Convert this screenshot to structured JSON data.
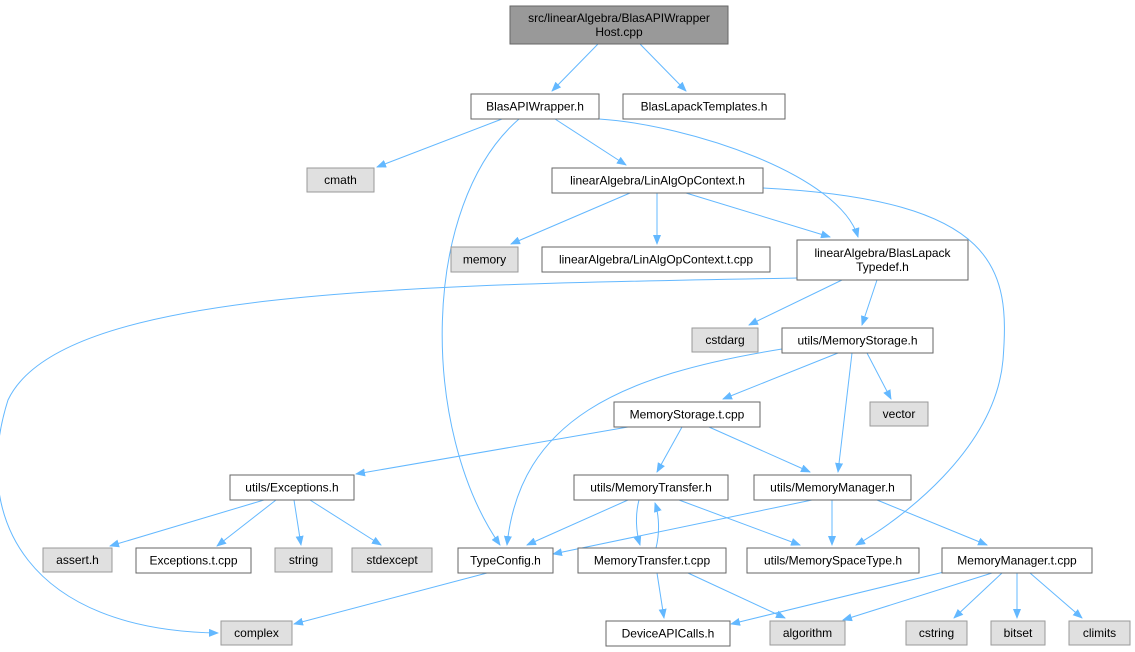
{
  "colors": {
    "edge": "#63b8ff",
    "root_fill": "#999999",
    "file_fill": "#ffffff",
    "external_fill": "#e0e0e0",
    "file_border": "#666666",
    "external_border": "#999999",
    "text": "#000000"
  },
  "nodes": [
    {
      "id": "root",
      "kind": "root",
      "lines": [
        "src/linearAlgebra/BlasAPIWrapper",
        "Host.cpp"
      ]
    },
    {
      "id": "blasapiwrapper_h",
      "kind": "file",
      "lines": [
        "BlasAPIWrapper.h"
      ]
    },
    {
      "id": "blaslapacktemplates_h",
      "kind": "file",
      "lines": [
        "BlasLapackTemplates.h"
      ]
    },
    {
      "id": "cmath",
      "kind": "external",
      "lines": [
        "cmath"
      ]
    },
    {
      "id": "linalgopcontext_h",
      "kind": "file",
      "lines": [
        "linearAlgebra/LinAlgOpContext.h"
      ]
    },
    {
      "id": "memory",
      "kind": "external",
      "lines": [
        "memory"
      ]
    },
    {
      "id": "linalgopcontext_t_cpp",
      "kind": "file",
      "lines": [
        "linearAlgebra/LinAlgOpContext.t.cpp"
      ]
    },
    {
      "id": "blaslapacktypedef_h",
      "kind": "file",
      "lines": [
        "linearAlgebra/BlasLapack",
        "Typedef.h"
      ]
    },
    {
      "id": "cstdarg",
      "kind": "external",
      "lines": [
        "cstdarg"
      ]
    },
    {
      "id": "memorystorage_h",
      "kind": "file",
      "lines": [
        "utils/MemoryStorage.h"
      ]
    },
    {
      "id": "memorystorage_t_cpp",
      "kind": "file",
      "lines": [
        "MemoryStorage.t.cpp"
      ]
    },
    {
      "id": "vector",
      "kind": "external",
      "lines": [
        "vector"
      ]
    },
    {
      "id": "exceptions_h",
      "kind": "file",
      "lines": [
        "utils/Exceptions.h"
      ]
    },
    {
      "id": "memorytransfer_h",
      "kind": "file",
      "lines": [
        "utils/MemoryTransfer.h"
      ]
    },
    {
      "id": "memorymanager_h",
      "kind": "file",
      "lines": [
        "utils/MemoryManager.h"
      ]
    },
    {
      "id": "assert_h",
      "kind": "external",
      "lines": [
        "assert.h"
      ]
    },
    {
      "id": "exceptions_t_cpp",
      "kind": "file",
      "lines": [
        "Exceptions.t.cpp"
      ]
    },
    {
      "id": "string",
      "kind": "external",
      "lines": [
        "string"
      ]
    },
    {
      "id": "stdexcept",
      "kind": "external",
      "lines": [
        "stdexcept"
      ]
    },
    {
      "id": "typeconfig_h",
      "kind": "file",
      "lines": [
        "TypeConfig.h"
      ]
    },
    {
      "id": "memorytransfer_t_cpp",
      "kind": "file",
      "lines": [
        "MemoryTransfer.t.cpp"
      ]
    },
    {
      "id": "memoryspacetype_h",
      "kind": "file",
      "lines": [
        "utils/MemorySpaceType.h"
      ]
    },
    {
      "id": "memorymanager_t_cpp",
      "kind": "file",
      "lines": [
        "MemoryManager.t.cpp"
      ]
    },
    {
      "id": "complex",
      "kind": "external",
      "lines": [
        "complex"
      ]
    },
    {
      "id": "deviceapicalls_h",
      "kind": "file",
      "lines": [
        "DeviceAPICalls.h"
      ]
    },
    {
      "id": "algorithm",
      "kind": "external",
      "lines": [
        "algorithm"
      ]
    },
    {
      "id": "cstring",
      "kind": "external",
      "lines": [
        "cstring"
      ]
    },
    {
      "id": "bitset",
      "kind": "external",
      "lines": [
        "bitset"
      ]
    },
    {
      "id": "climits",
      "kind": "external",
      "lines": [
        "climits"
      ]
    }
  ],
  "edges": [
    [
      "root",
      "blasapiwrapper_h"
    ],
    [
      "root",
      "blaslapacktemplates_h"
    ],
    [
      "blasapiwrapper_h",
      "cmath"
    ],
    [
      "blasapiwrapper_h",
      "linalgopcontext_h"
    ],
    [
      "blasapiwrapper_h",
      "typeconfig_h"
    ],
    [
      "blasapiwrapper_h",
      "blaslapacktypedef_h"
    ],
    [
      "linalgopcontext_h",
      "memory"
    ],
    [
      "linalgopcontext_h",
      "linalgopcontext_t_cpp"
    ],
    [
      "linalgopcontext_h",
      "blaslapacktypedef_h"
    ],
    [
      "linalgopcontext_h",
      "memoryspacetype_h"
    ],
    [
      "blaslapacktypedef_h",
      "cstdarg"
    ],
    [
      "blaslapacktypedef_h",
      "memorystorage_h"
    ],
    [
      "blaslapacktypedef_h",
      "complex"
    ],
    [
      "memorystorage_h",
      "memorystorage_t_cpp"
    ],
    [
      "memorystorage_h",
      "vector"
    ],
    [
      "memorystorage_h",
      "memorymanager_h"
    ],
    [
      "memorystorage_h",
      "typeconfig_h"
    ],
    [
      "memorystorage_t_cpp",
      "exceptions_h"
    ],
    [
      "memorystorage_t_cpp",
      "memorytransfer_h"
    ],
    [
      "memorystorage_t_cpp",
      "memorymanager_h"
    ],
    [
      "exceptions_h",
      "assert_h"
    ],
    [
      "exceptions_h",
      "exceptions_t_cpp"
    ],
    [
      "exceptions_h",
      "string"
    ],
    [
      "exceptions_h",
      "stdexcept"
    ],
    [
      "memorytransfer_h",
      "typeconfig_h"
    ],
    [
      "memorytransfer_h",
      "memorytransfer_t_cpp"
    ],
    [
      "memorytransfer_h",
      "memoryspacetype_h"
    ],
    [
      "memorytransfer_t_cpp",
      "memorytransfer_h"
    ],
    [
      "memorytransfer_t_cpp",
      "deviceapicalls_h"
    ],
    [
      "memorytransfer_t_cpp",
      "algorithm"
    ],
    [
      "memorymanager_h",
      "typeconfig_h"
    ],
    [
      "memorymanager_h",
      "memoryspacetype_h"
    ],
    [
      "memorymanager_h",
      "memorymanager_t_cpp"
    ],
    [
      "memorymanager_t_cpp",
      "deviceapicalls_h"
    ],
    [
      "memorymanager_t_cpp",
      "algorithm"
    ],
    [
      "memorymanager_t_cpp",
      "cstring"
    ],
    [
      "memorymanager_t_cpp",
      "bitset"
    ],
    [
      "memorymanager_t_cpp",
      "climits"
    ],
    [
      "typeconfig_h",
      "complex"
    ]
  ]
}
